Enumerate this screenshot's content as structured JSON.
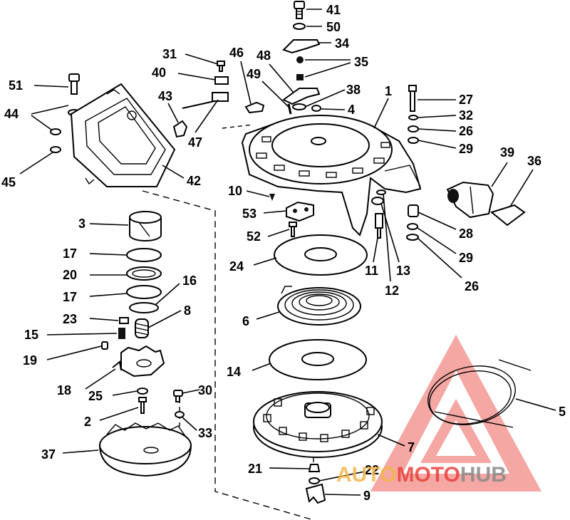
{
  "watermark": {
    "part1": "AUTO",
    "part2": "MOTO",
    "part3": "HUB",
    "color1": "#f5b54a",
    "color2": "#e8413c",
    "color3": "#8a8a8a",
    "triangle_color": "#f08a84"
  },
  "callouts": [
    {
      "id": "41",
      "text": "41"
    },
    {
      "id": "50",
      "text": "50"
    },
    {
      "id": "34",
      "text": "34"
    },
    {
      "id": "35",
      "text": "35"
    },
    {
      "id": "48",
      "text": "48"
    },
    {
      "id": "46",
      "text": "46"
    },
    {
      "id": "31",
      "text": "31"
    },
    {
      "id": "40",
      "text": "40"
    },
    {
      "id": "49",
      "text": "49"
    },
    {
      "id": "43",
      "text": "43"
    },
    {
      "id": "47",
      "text": "47"
    },
    {
      "id": "51",
      "text": "51"
    },
    {
      "id": "44",
      "text": "44"
    },
    {
      "id": "45",
      "text": "45"
    },
    {
      "id": "42",
      "text": "42"
    },
    {
      "id": "38",
      "text": "38"
    },
    {
      "id": "4",
      "text": "4"
    },
    {
      "id": "1",
      "text": "1"
    },
    {
      "id": "27",
      "text": "27"
    },
    {
      "id": "32",
      "text": "32"
    },
    {
      "id": "26a",
      "text": "26"
    },
    {
      "id": "29a",
      "text": "29"
    },
    {
      "id": "39",
      "text": "39"
    },
    {
      "id": "36",
      "text": "36"
    },
    {
      "id": "10",
      "text": "10"
    },
    {
      "id": "53",
      "text": "53"
    },
    {
      "id": "52",
      "text": "52"
    },
    {
      "id": "28",
      "text": "28"
    },
    {
      "id": "29b",
      "text": "29"
    },
    {
      "id": "26b",
      "text": "26"
    },
    {
      "id": "11",
      "text": "11"
    },
    {
      "id": "13",
      "text": "13"
    },
    {
      "id": "12",
      "text": "12"
    },
    {
      "id": "3",
      "text": "3"
    },
    {
      "id": "17a",
      "text": "17"
    },
    {
      "id": "20",
      "text": "20"
    },
    {
      "id": "17b",
      "text": "17"
    },
    {
      "id": "16",
      "text": "16"
    },
    {
      "id": "23",
      "text": "23"
    },
    {
      "id": "8",
      "text": "8"
    },
    {
      "id": "15",
      "text": "15"
    },
    {
      "id": "19",
      "text": "19"
    },
    {
      "id": "18",
      "text": "18"
    },
    {
      "id": "25",
      "text": "25"
    },
    {
      "id": "30",
      "text": "30"
    },
    {
      "id": "2",
      "text": "2"
    },
    {
      "id": "33",
      "text": "33"
    },
    {
      "id": "37",
      "text": "37"
    },
    {
      "id": "24",
      "text": "24"
    },
    {
      "id": "6",
      "text": "6"
    },
    {
      "id": "14",
      "text": "14"
    },
    {
      "id": "5",
      "text": "5"
    },
    {
      "id": "7",
      "text": "7"
    },
    {
      "id": "21",
      "text": "21"
    },
    {
      "id": "22",
      "text": "22"
    },
    {
      "id": "9",
      "text": "9"
    }
  ]
}
